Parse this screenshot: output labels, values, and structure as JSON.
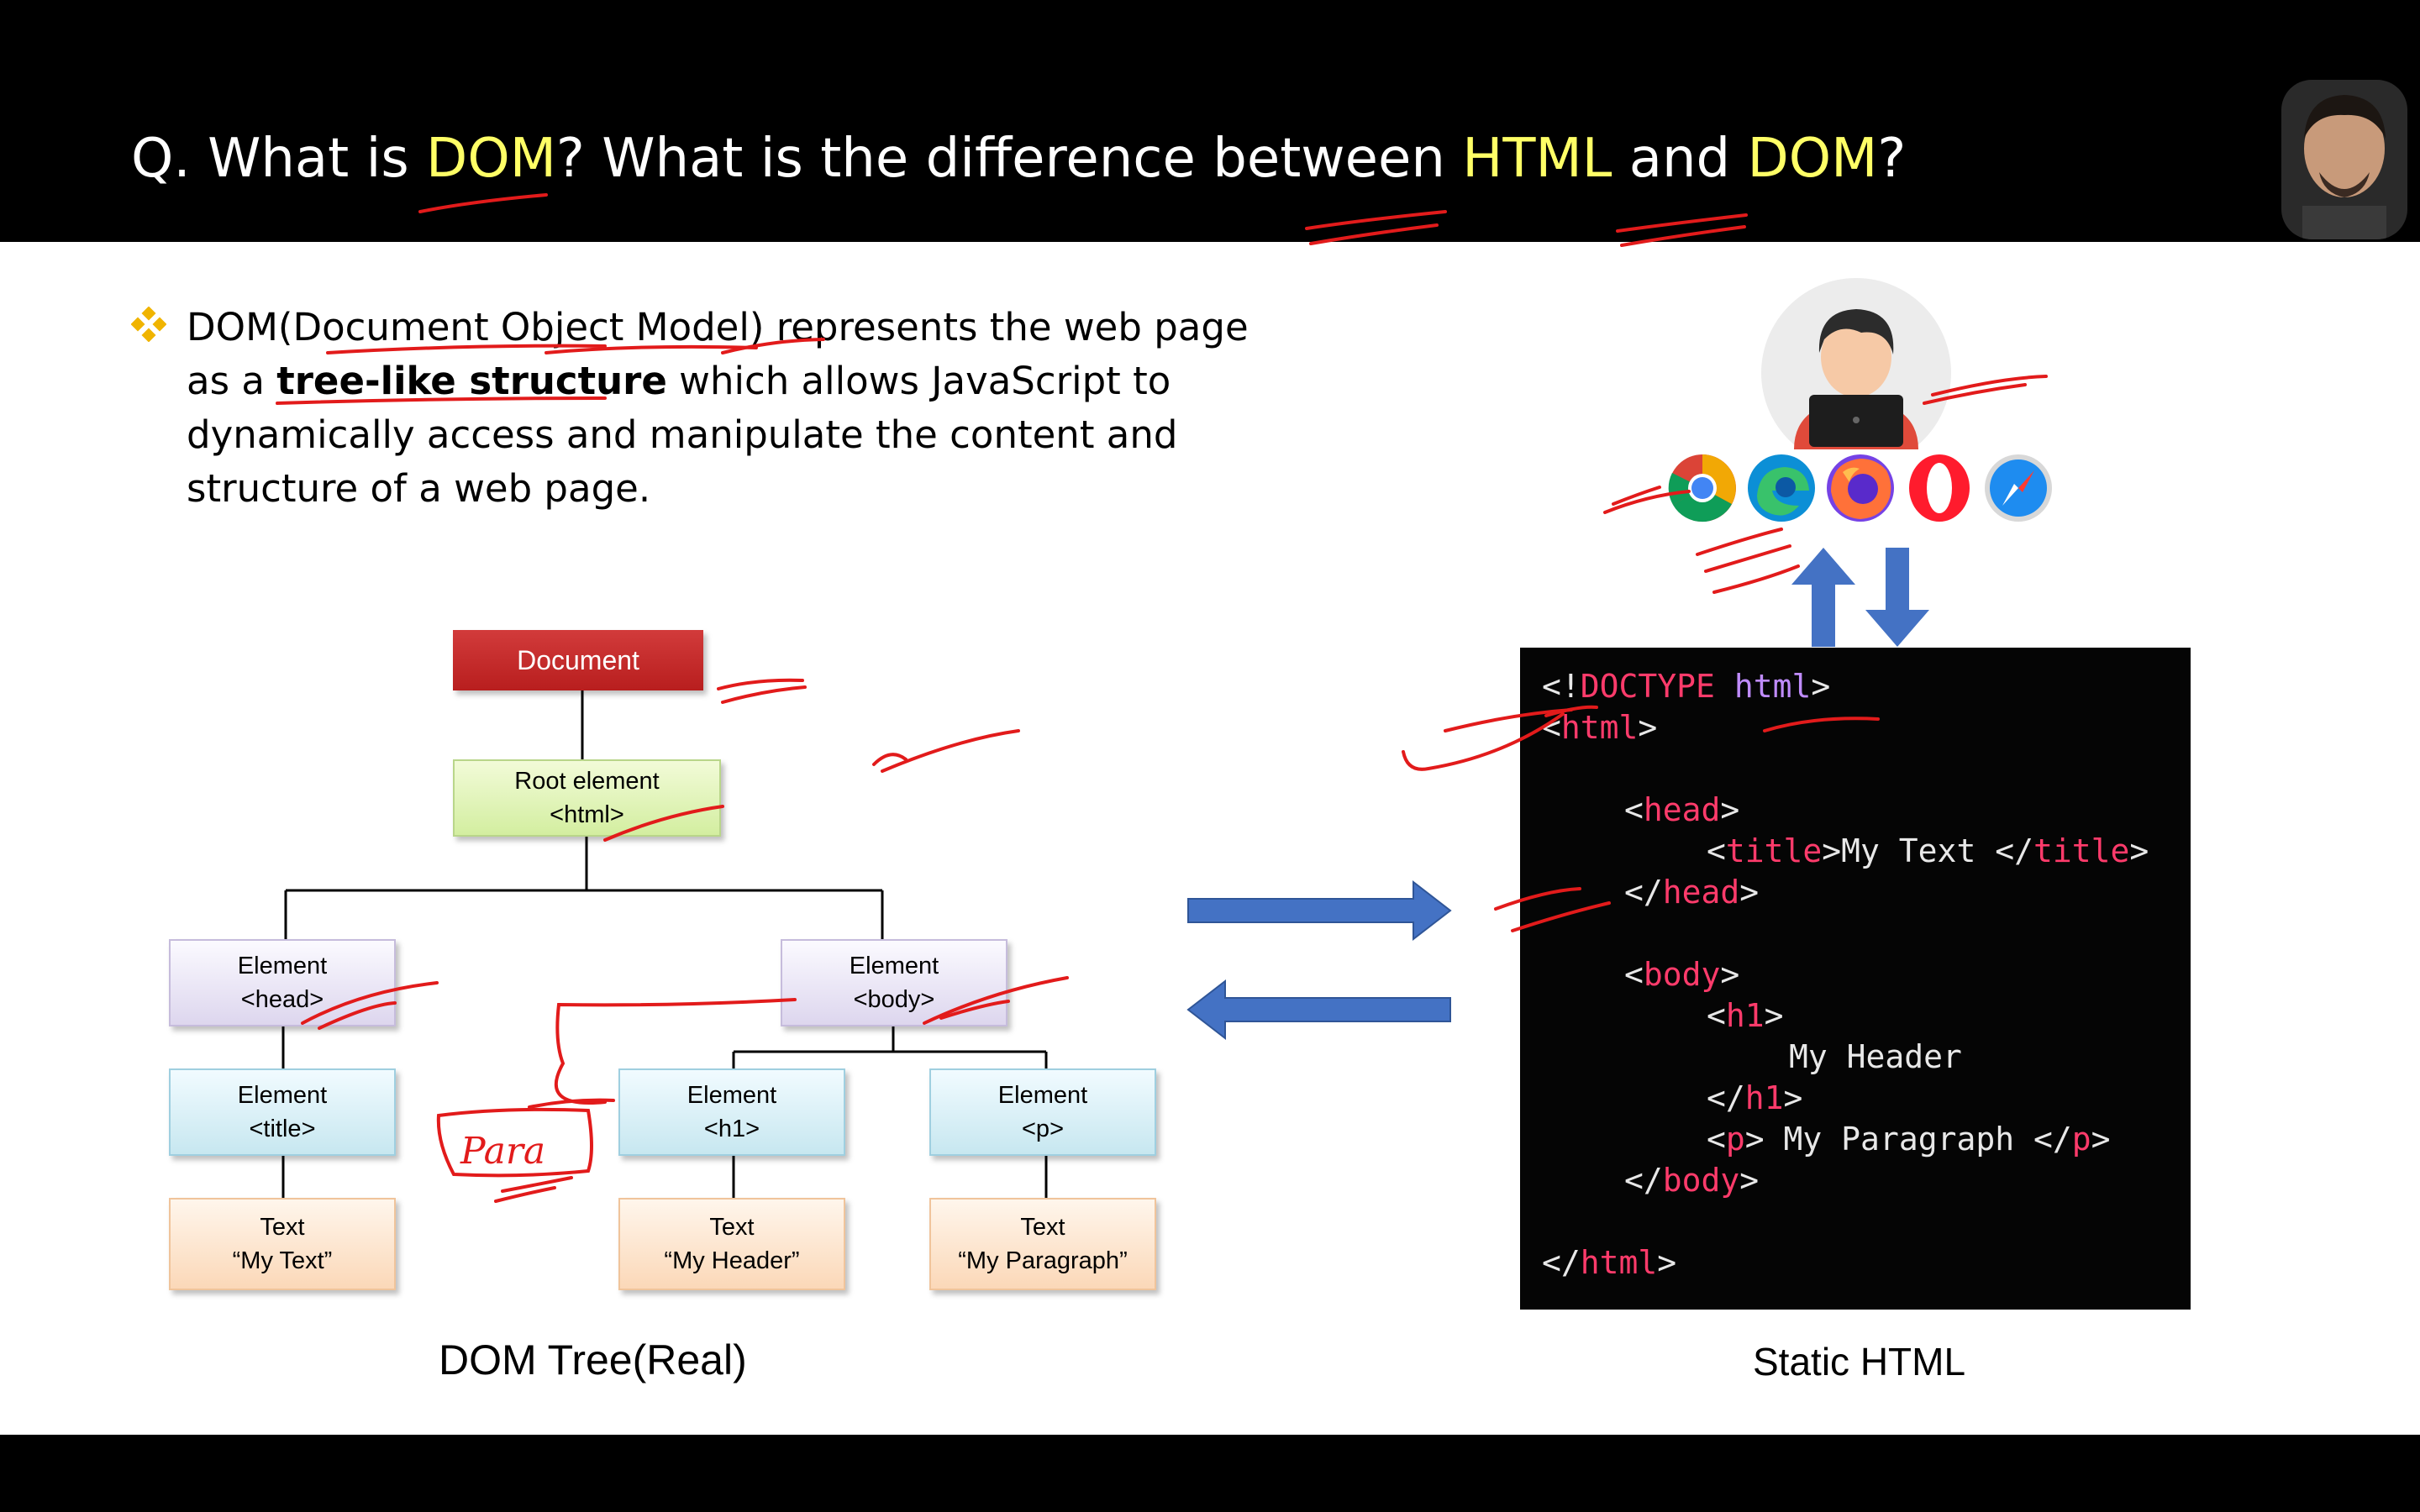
{
  "title": {
    "prefix": "Q. What is ",
    "dom1": "DOM",
    "middle": "? What is the difference between ",
    "html": "HTML",
    "and": " and ",
    "dom2": "DOM",
    "suffix": "?"
  },
  "bullet": {
    "part1": "DOM(Document Object Model) represents the web page as a ",
    "bold": "tree-like structure",
    "part2": " which allows JavaScript to dynamically access and manipulate the content and structure of a web page."
  },
  "tree": {
    "document": "Document",
    "root_line1": "Root element",
    "root_line2": "<html>",
    "head_line1": "Element",
    "head_line2": "<head>",
    "body_line1": "Element",
    "body_line2": "<body>",
    "title_line1": "Element",
    "title_line2": "<title>",
    "h1_line1": "Element",
    "h1_line2": "<h1>",
    "p_line1": "Element",
    "p_line2": "<p>",
    "text1_line1": "Text",
    "text1_line2": "“My Text”",
    "text2_line1": "Text",
    "text2_line2": "“My Header”",
    "text3_line1": "Text",
    "text3_line2": "“My Paragraph”",
    "annotation": "Para"
  },
  "captions": {
    "tree": "DOM Tree(Real)",
    "html": "Static HTML"
  },
  "code": {
    "doctype_open": "<!",
    "doctype_kw": "DOCTYPE",
    "doctype_attr": "html",
    "doctype_close": ">",
    "lt": "<",
    "gt": ">",
    "lt_slash": "</",
    "html_tag": "html",
    "head_tag": "head",
    "title_tag": "title",
    "title_text": "My Text ",
    "body_tag": "body",
    "h1_tag": "h1",
    "h1_text": "My Header",
    "p_tag": "p",
    "p_text": " My Paragraph "
  },
  "colors": {
    "title_highlight": "#ffff66",
    "code_tag": "#ff3b6b",
    "code_keyword": "#c08cff",
    "arrow_blue": "#4472c4",
    "annotation_red": "#e21b1b"
  },
  "icons": [
    "diamond-bullet-icon",
    "person-laptop-icon",
    "chrome-icon",
    "edge-icon",
    "firefox-icon",
    "opera-icon",
    "safari-icon",
    "arrow-up-icon",
    "arrow-down-icon",
    "arrow-right-icon",
    "arrow-left-icon"
  ]
}
